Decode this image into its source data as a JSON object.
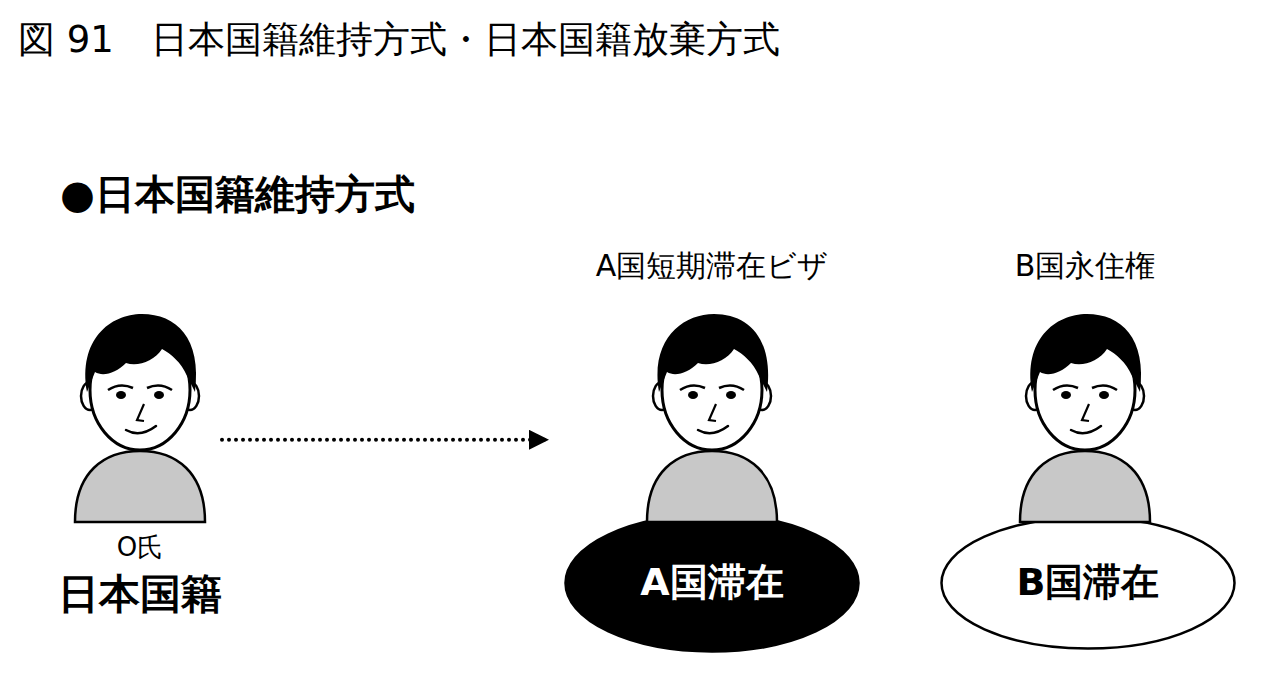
{
  "diagram": {
    "title": "図 91　日本国籍維持方式・日本国籍放棄方式",
    "nodes": [
      {
        "text": [
          "O氏",
          "日本国籍"
        ]
      },
      {
        "text": [
          "A国短期滞在ビザ"
        ]
      },
      {
        "text": [
          "A国滞在"
        ]
      },
      {
        "text": [
          "B国永住権"
        ]
      },
      {
        "text": [
          "B国滞在"
        ]
      }
    ],
    "edges": [
      {
        "from": 0,
        "to": 1,
        "arrow": "to"
      }
    ],
    "labels": [
      "●日本国籍維持方式"
    ]
  }
}
